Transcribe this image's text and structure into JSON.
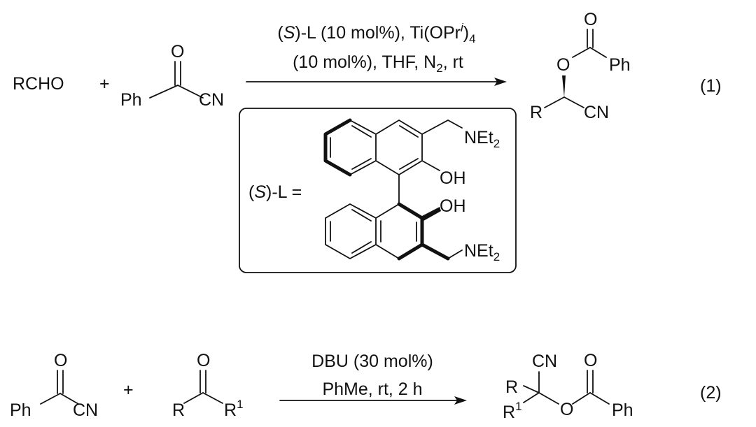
{
  "reaction1": {
    "reactant1": "RCHO",
    "plus": "+",
    "reagent": {
      "carbonyl_o": "O",
      "ph": "Ph",
      "cn": "CN"
    },
    "conditions_line1": {
      "a": "(",
      "s": "S",
      "b": ")-L (10 mol%), Ti(OPr",
      "i": "i",
      "c": ")",
      "sub": "4"
    },
    "conditions_line2": {
      "a": "(10 mol%), THF, N",
      "sub": "2",
      "b": ", rt"
    },
    "product": {
      "carbonyl_o": "O",
      "ester_o": "O",
      "ph": "Ph",
      "r": "R",
      "cn": "CN"
    },
    "label": "(1)",
    "ligand": {
      "label_a": "(",
      "label_s": "S",
      "label_b": ")-L =",
      "net2": "NEt",
      "net2_sub": "2",
      "oh": "OH"
    }
  },
  "reaction2": {
    "reagent": {
      "carbonyl_o": "O",
      "ph": "Ph",
      "cn": "CN"
    },
    "plus": "+",
    "ketone": {
      "carbonyl_o": "O",
      "r": "R",
      "r1": "R",
      "r1_sup": "1"
    },
    "conditions_line1": "DBU (30 mol%)",
    "conditions_line2": "PhMe, rt, 2 h",
    "product": {
      "cn": "CN",
      "r": "R",
      "r1": "R",
      "r1_sup": "1",
      "ester_o": "O",
      "carbonyl_o": "O",
      "ph": "Ph"
    },
    "label": "(2)"
  }
}
